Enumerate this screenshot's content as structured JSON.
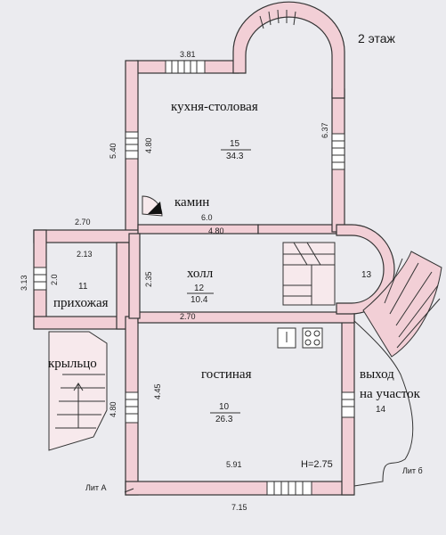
{
  "floor_label": "2 этаж",
  "rooms": {
    "kitchen": {
      "name": "кухня-столовая",
      "number": "15",
      "area": "34.3"
    },
    "fireplace": "камин",
    "hall": {
      "name": "холл",
      "number": "12",
      "area": "10.4"
    },
    "entry": {
      "name": "прихожая",
      "number": "11"
    },
    "porch": "крыльцо",
    "living": {
      "name": "гостиная",
      "number": "10",
      "area": "26.3"
    },
    "exit": {
      "line1": "выход",
      "line2": "на участок",
      "number": "14"
    },
    "stair_room": {
      "number": "13"
    }
  },
  "dimensions": {
    "top_381": "3.81",
    "left_540": "5.40",
    "inner_480_kitchen": "4.80",
    "right_637": "6.37",
    "d_270_top": "2.70",
    "d_60": "6.0",
    "d_480_hall": "4.80",
    "d_213": "2.13",
    "d_313": "3.13",
    "d_20": "2.0",
    "d_235": "2.35",
    "d_270_mid": "2.70",
    "d_445": "4.45",
    "d_480_living": "4.80",
    "d_591": "5.91",
    "d_715": "7.15"
  },
  "ceiling_height": "H=2.75",
  "lit_a": "Лит А",
  "lit_b": "Лит б"
}
